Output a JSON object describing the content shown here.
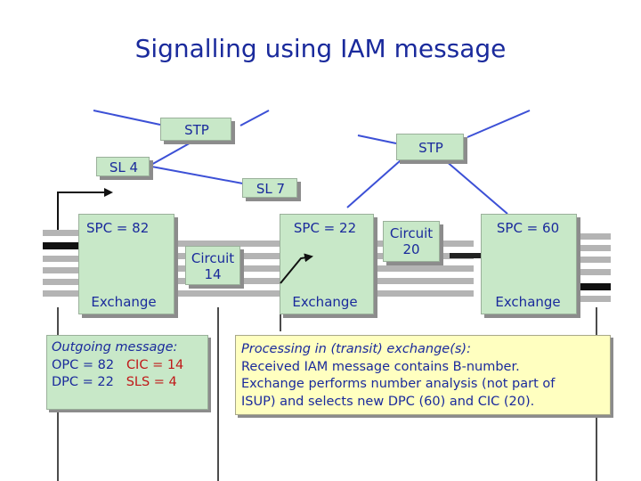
{
  "title": "Signalling using IAM message",
  "stp": [
    "STP",
    "STP"
  ],
  "links": {
    "sl_left": "SL 4",
    "sl_mid": "SL 7"
  },
  "exchanges": [
    {
      "spc": "SPC = 82",
      "label": "Exchange"
    },
    {
      "spc": "SPC = 22",
      "label": "Exchange"
    },
    {
      "spc": "SPC = 60",
      "label": "Exchange"
    }
  ],
  "circuits": [
    {
      "line1": "Circuit",
      "line2": "14"
    },
    {
      "line1": "Circuit",
      "line2": "20"
    }
  ],
  "outgoing": {
    "heading": "Outgoing message:",
    "opc": "OPC = 82",
    "cic": "CIC = 14",
    "dpc": "DPC = 22",
    "sls": "SLS = 4"
  },
  "processing": {
    "lines": [
      "Processing in (transit) exchange(s):",
      "Received IAM message contains B-number.",
      "Exchange performs number analysis (not part of",
      "ISUP) and selects new DPC (60) and CIC (20)."
    ]
  },
  "colors": {
    "text": "#1a2a9c",
    "box": "#c8e8c8",
    "note_yellow": "#ffffc0",
    "highlight": "#c01818"
  }
}
